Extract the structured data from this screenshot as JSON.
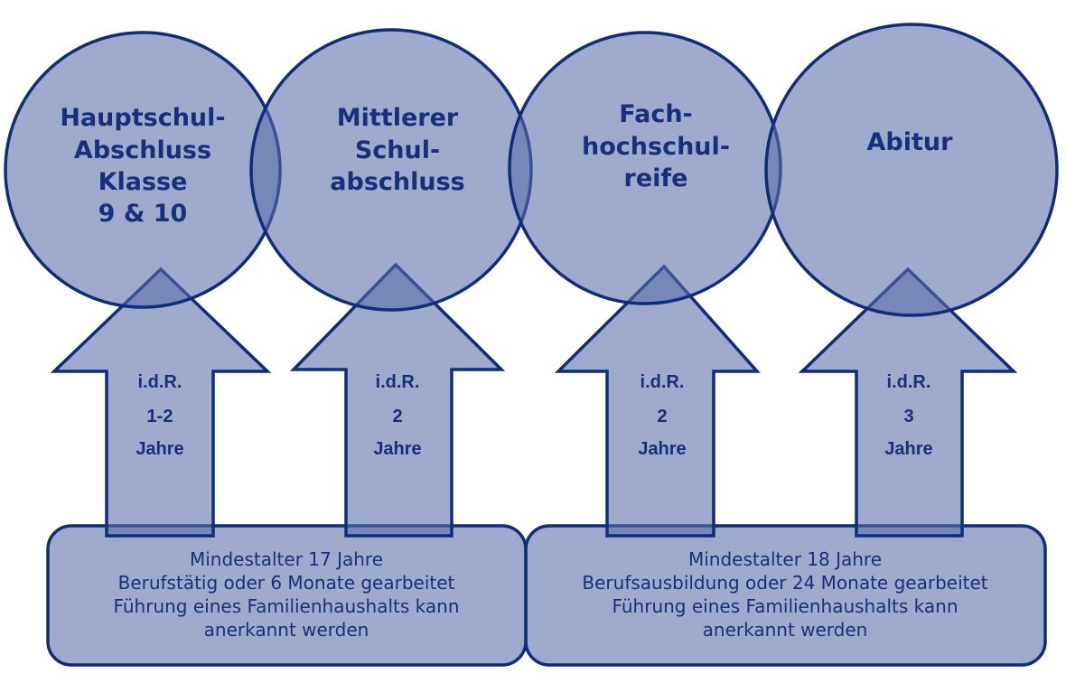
{
  "colors": {
    "fill": "#9fabcb",
    "overlap": "#6a7fb3",
    "stroke": "#0f2d78",
    "text": "#16307a",
    "background": "#ffffff"
  },
  "circles": [
    {
      "lines": [
        "Hauptschul-",
        "Abschluss",
        "Klasse",
        "9 & 10"
      ]
    },
    {
      "lines": [
        "Mittlerer",
        "Schul-",
        "abschluss"
      ]
    },
    {
      "lines": [
        "Fach-",
        "hochschul-",
        "reife"
      ]
    },
    {
      "lines": [
        "Abitur"
      ]
    }
  ],
  "arrows": [
    {
      "label": "i.d.R.",
      "value": "1-2",
      "unit": "Jahre"
    },
    {
      "label": "i.d.R.",
      "value": "2",
      "unit": "Jahre"
    },
    {
      "label": "i.d.R.",
      "value": "2",
      "unit": "Jahre"
    },
    {
      "label": "i.d.R.",
      "value": "3",
      "unit": "Jahre"
    }
  ],
  "boxes": [
    {
      "lines": [
        "Mindestalter 17 Jahre",
        "Berufstätig oder 6 Monate gearbeitet",
        "Führung eines Familienhaushalts kann",
        "anerkannt werden"
      ]
    },
    {
      "lines": [
        "Mindestalter 18 Jahre",
        "Berufsausbildung oder 24 Monate gearbeitet",
        "Führung eines Familienhaushalts kann",
        "anerkannt werden"
      ]
    }
  ]
}
